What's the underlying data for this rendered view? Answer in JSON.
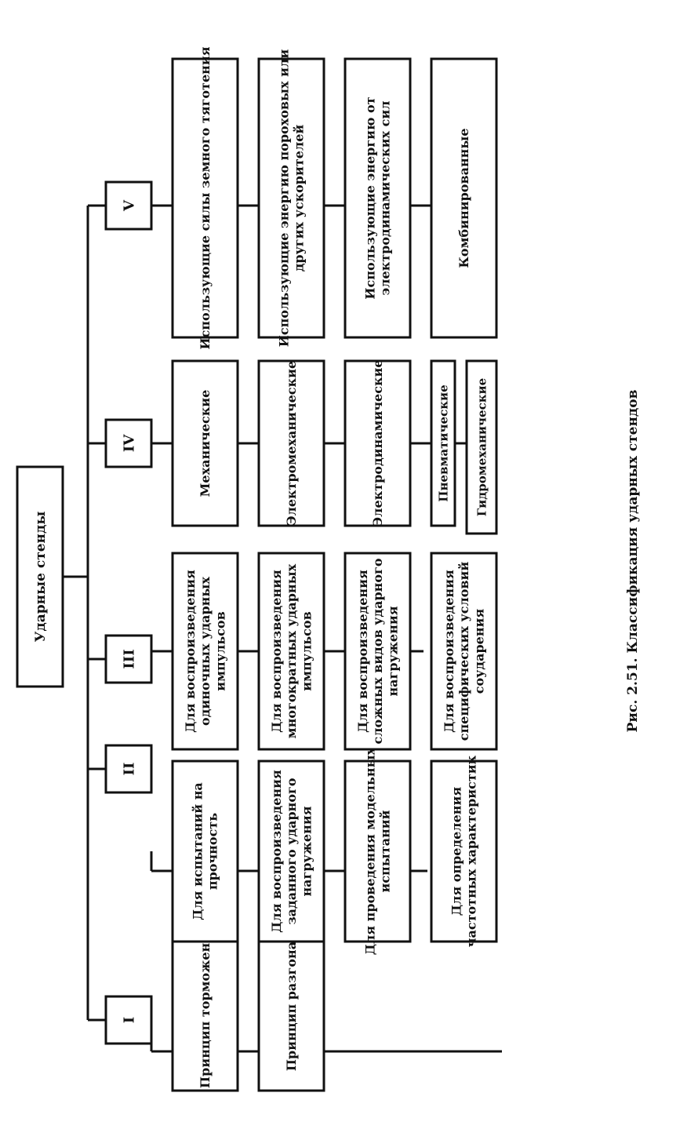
{
  "root": "Ударные стенды",
  "caption": "Рис. 2.51. Классификация ударных стендов",
  "groups": [
    {
      "id": "I",
      "items": [
        "Принцип торможения",
        "Принцип разгона"
      ]
    },
    {
      "id": "II",
      "items": [
        "Для испытаний на прочность",
        "Для воспроизведения заданного ударного нагружения",
        "Для проведения модельных испытаний",
        "Для определения частотных характеристик"
      ]
    },
    {
      "id": "III",
      "items": [
        "Для воспроизведения одиночных ударных импульсов",
        "Для воспроизведения многократных ударных импульсов",
        "Для воспроизведения сложных видов ударного нагружения",
        "Для воспроизведения специфических условий соударения"
      ]
    },
    {
      "id": "IV",
      "items": [
        "Механические",
        "Электромеханические",
        "Электродинамические",
        "Пневматические",
        "Гидромеханические"
      ]
    },
    {
      "id": "V",
      "items": [
        "Использующие силы земного тяготения",
        "Использующие энергию пороховых или других ускорителей",
        "Использующие энергию от электродинамических сил",
        "Комбинированные"
      ]
    }
  ]
}
